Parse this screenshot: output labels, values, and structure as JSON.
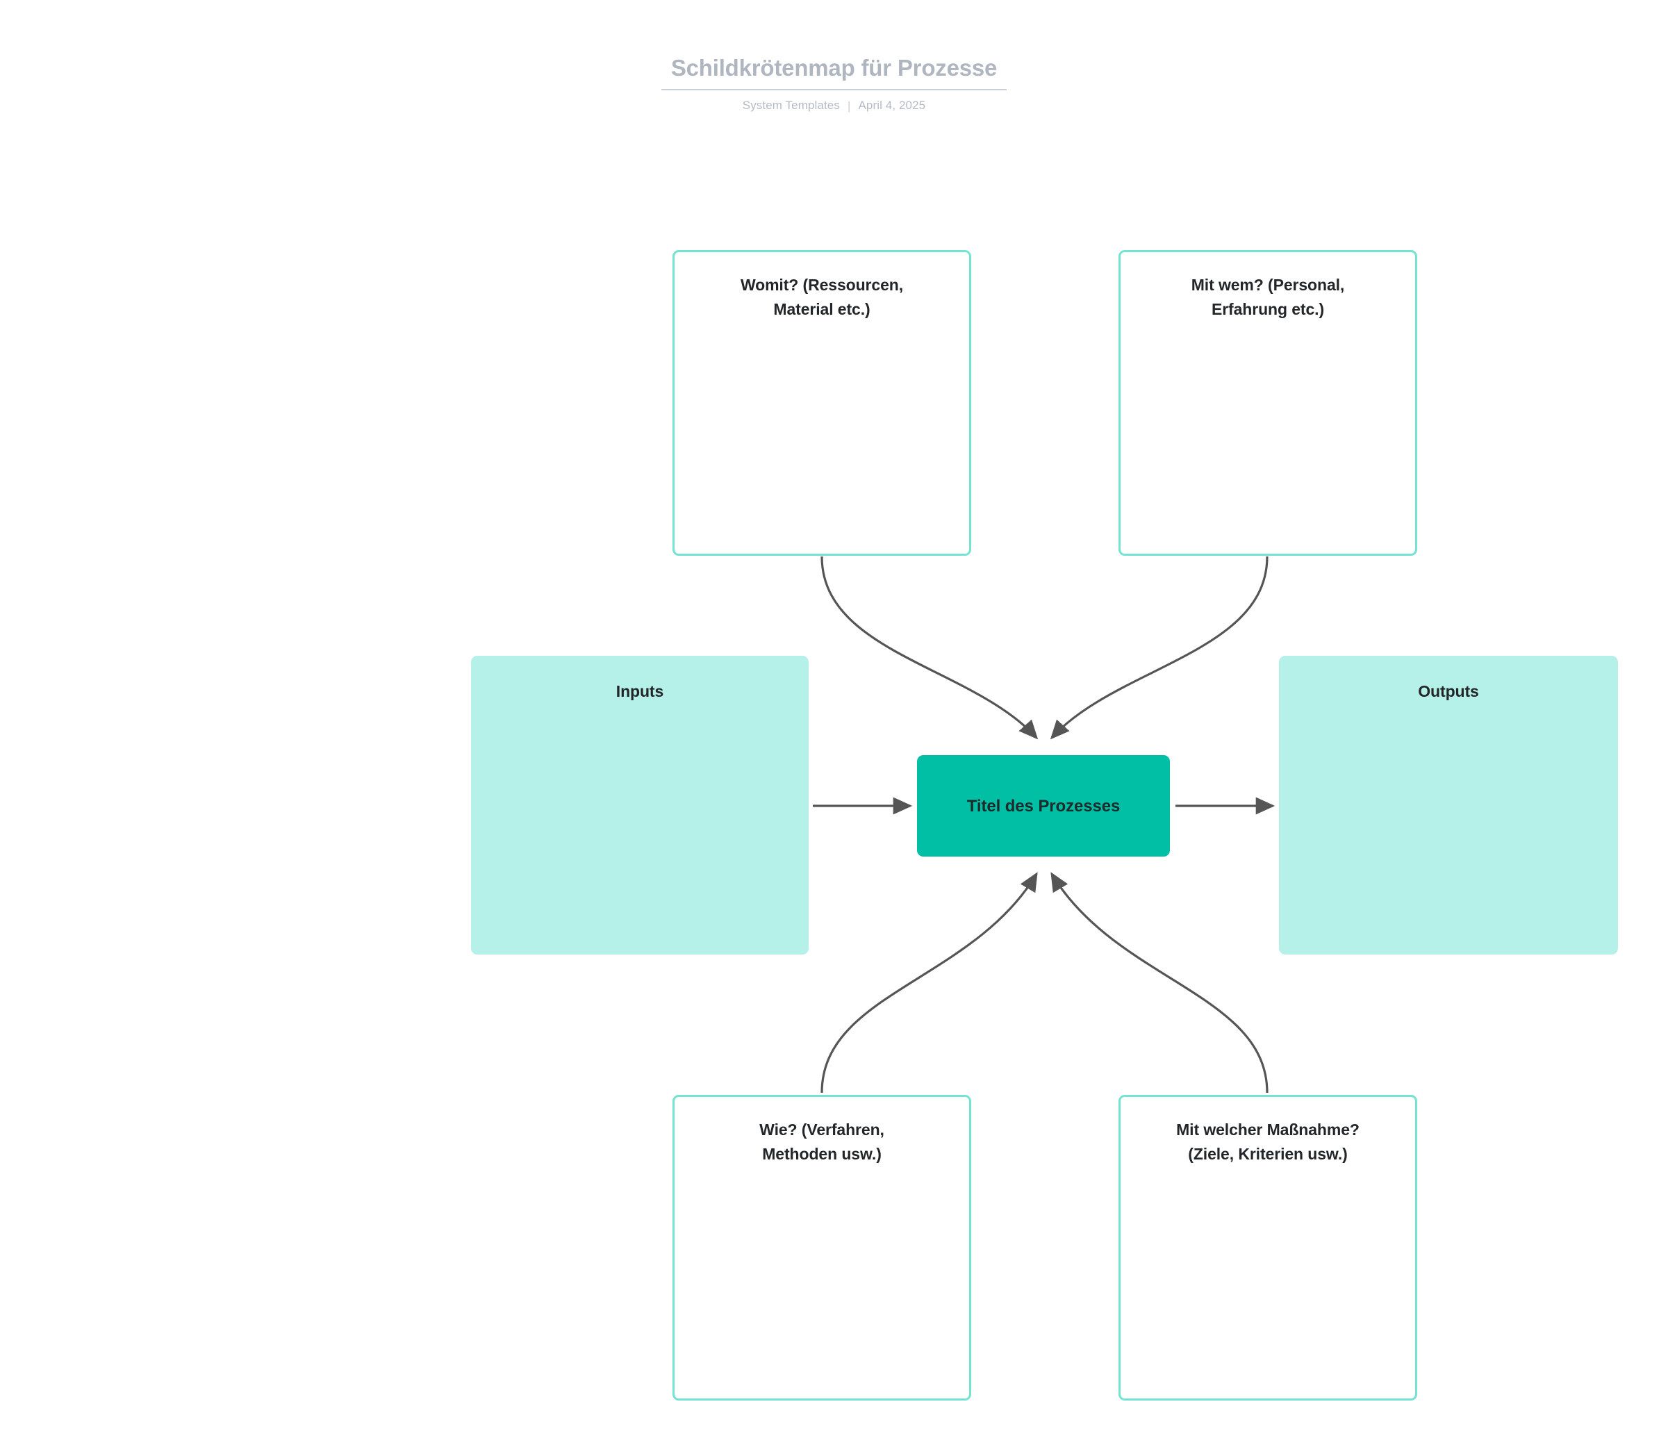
{
  "header": {
    "title": "Schildkrötenmap für Prozesse",
    "source": "System Templates",
    "separator": "|",
    "date": "April 4, 2025"
  },
  "diagram": {
    "type": "turtle-diagram",
    "center": {
      "id": "process",
      "label": "Titel des Prozesses",
      "fill": "#00bfa5",
      "text_color": "#1c2b2b"
    },
    "nodes": [
      {
        "id": "womit",
        "label": "Womit? (Ressourcen,\nMaterial etc.)",
        "style": "outline",
        "fill": "#ffffff",
        "border_color": "#74e3d4",
        "position": "top-left"
      },
      {
        "id": "mitwem",
        "label": "Mit wem? (Personal,\nErfahrung etc.)",
        "style": "outline",
        "fill": "#ffffff",
        "border_color": "#74e3d4",
        "position": "top-right"
      },
      {
        "id": "inputs",
        "label": "Inputs",
        "style": "soft",
        "fill": "#b5f1e8",
        "position": "left"
      },
      {
        "id": "outputs",
        "label": "Outputs",
        "style": "soft",
        "fill": "#b5f1e8",
        "position": "right"
      },
      {
        "id": "wie",
        "label": "Wie? (Verfahren,\nMethoden usw.)",
        "style": "outline",
        "fill": "#ffffff",
        "border_color": "#74e3d4",
        "position": "bottom-left"
      },
      {
        "id": "massnahme",
        "label": "Mit welcher Maßnahme?\n(Ziele, Kriterien usw.)",
        "style": "outline",
        "fill": "#ffffff",
        "border_color": "#74e3d4",
        "position": "bottom-right"
      }
    ],
    "connectors": [
      {
        "from": "womit",
        "to": "process",
        "shape": "curve",
        "arrow": true
      },
      {
        "from": "mitwem",
        "to": "process",
        "shape": "curve",
        "arrow": true
      },
      {
        "from": "wie",
        "to": "process",
        "shape": "curve",
        "arrow": true
      },
      {
        "from": "massnahme",
        "to": "process",
        "shape": "curve",
        "arrow": true
      },
      {
        "from": "inputs",
        "to": "process",
        "shape": "straight",
        "arrow": true
      },
      {
        "from": "process",
        "to": "outputs",
        "shape": "straight",
        "arrow": true
      }
    ],
    "connector_color": "#555555"
  }
}
